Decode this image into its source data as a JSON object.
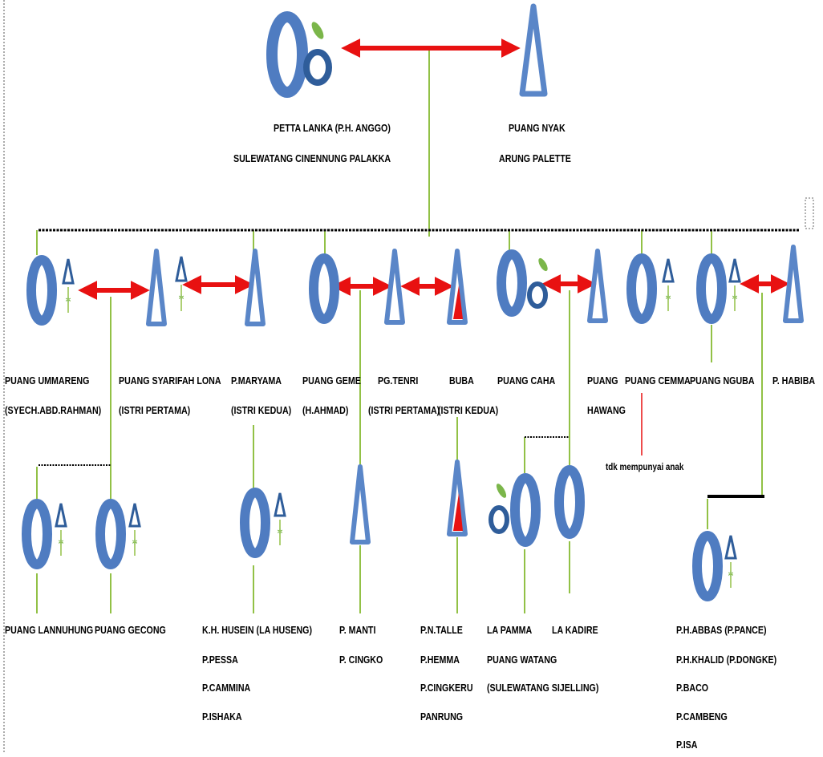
{
  "colors": {
    "circle": "#4f7cc1",
    "triangle": "#5a86c8",
    "arrow": "#e81111",
    "line": "#92c146",
    "deceased_fill": "#e81111",
    "dotted": "#000000"
  },
  "people": {
    "petta_lanka": [
      "PETTA LANKA (P.H. ANGGO)",
      "SULEWATANG CINENNUNG PALAKKA"
    ],
    "puang_nyak": [
      "PUANG NYAK",
      "ARUNG PALETTE"
    ],
    "puang_ummareng": [
      "PUANG UMMARENG",
      "(SYECH.ABD.RAHMAN)"
    ],
    "puang_syarifah": [
      "PUANG SYARIFAH LONA",
      "(ISTRI PERTAMA)"
    ],
    "p_maryama": [
      "P.MARYAMA",
      "(ISTRI KEDUA)"
    ],
    "puang_geme": [
      "PUANG GEME",
      "(H.AHMAD)"
    ],
    "pg_tenri": [
      "PG.TENRI",
      "(ISTRI PERTAMA)"
    ],
    "buba": [
      "BUBA",
      "(ISTRI KEDUA)"
    ],
    "puang_caha": [
      "PUANG CAHA"
    ],
    "puang_hawang": [
      "PUANG",
      "HAWANG"
    ],
    "puang_cemma": [
      "PUANG CEMMA"
    ],
    "puang_nguba": [
      "PUANG NGUBA"
    ],
    "p_habiba": [
      "P. HABIBA"
    ],
    "puang_lannuhung": [
      "PUANG LANNUHUNG"
    ],
    "puang_gecong": [
      "PUANG GECONG"
    ],
    "kh_husein": [
      "K.H. HUSEIN (LA HUSENG)",
      "P.PESSA",
      "P.CAMMINA",
      "P.ISHAKA"
    ],
    "p_manti": [
      "P. MANTI",
      "P. CINGKO"
    ],
    "pn_talle": [
      "P.N.TALLE",
      "P.HEMMA",
      "P.CINGKERU",
      "PANRUNG"
    ],
    "la_pamma": [
      "LA PAMMA",
      "PUANG WATANG",
      "(SULEWATANG SIJELLING)"
    ],
    "la_kadire": [
      "LA KADIRE"
    ],
    "ph_abbas": [
      "P.H.ABBAS   (P.PANCE)",
      "P.H.KHALID (P.DONGKE)",
      "P.BACO",
      "P.CAMBENG",
      "P.ISA"
    ]
  },
  "notes": {
    "tdk": "tdk mempunyai anak"
  }
}
